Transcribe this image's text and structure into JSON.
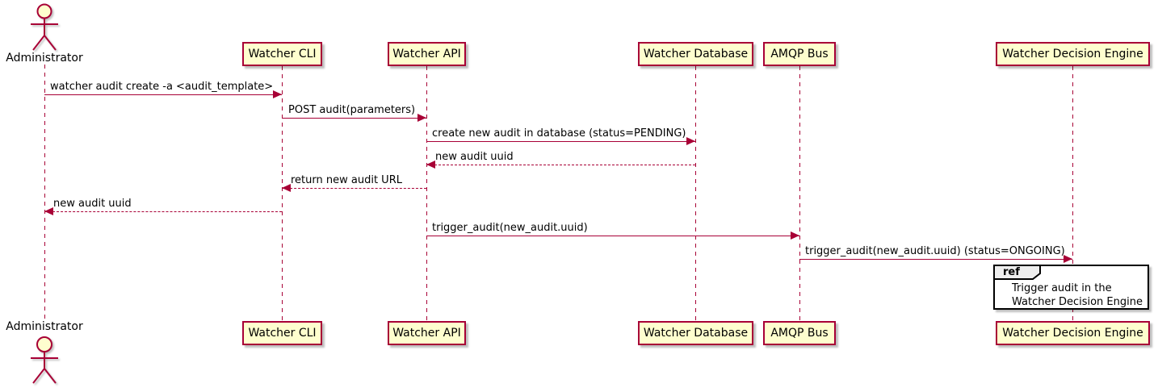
{
  "diagram_type": "sequence",
  "colors": {
    "accent": "#A80036",
    "participant_fill": "#FEFECE",
    "ref_tab_fill": "#EEEEEE",
    "ref_border": "#000000",
    "background": "#FFFFFF",
    "text": "#000000"
  },
  "actor": {
    "label": "Administrator"
  },
  "participants": [
    {
      "label": "Watcher CLI"
    },
    {
      "label": "Watcher API"
    },
    {
      "label": "Watcher Database"
    },
    {
      "label": "AMQP Bus"
    },
    {
      "label": "Watcher Decision Engine"
    }
  ],
  "messages": [
    {
      "text": "watcher audit create -a <audit_template>",
      "from": "Administrator",
      "to": "Watcher CLI",
      "line": "solid",
      "direction": "right"
    },
    {
      "text": "POST audit(parameters)",
      "from": "Watcher CLI",
      "to": "Watcher API",
      "line": "solid",
      "direction": "right"
    },
    {
      "text": "create new audit in database (status=PENDING)",
      "from": "Watcher API",
      "to": "Watcher Database",
      "line": "solid",
      "direction": "right"
    },
    {
      "text": "new audit uuid",
      "from": "Watcher Database",
      "to": "Watcher API",
      "line": "dashed",
      "direction": "left"
    },
    {
      "text": "return new audit URL",
      "from": "Watcher API",
      "to": "Watcher CLI",
      "line": "dashed",
      "direction": "left"
    },
    {
      "text": "new audit uuid",
      "from": "Watcher CLI",
      "to": "Administrator",
      "line": "dashed",
      "direction": "left"
    },
    {
      "text": "trigger_audit(new_audit.uuid)",
      "from": "Watcher API",
      "to": "AMQP Bus",
      "line": "solid",
      "direction": "right"
    },
    {
      "text": "trigger_audit(new_audit.uuid) (status=ONGOING)",
      "from": "AMQP Bus",
      "to": "Watcher Decision Engine",
      "line": "solid",
      "direction": "right"
    }
  ],
  "ref_fragment": {
    "keyword": "ref",
    "line1": "Trigger audit in the",
    "line2": "Watcher Decision Engine"
  }
}
